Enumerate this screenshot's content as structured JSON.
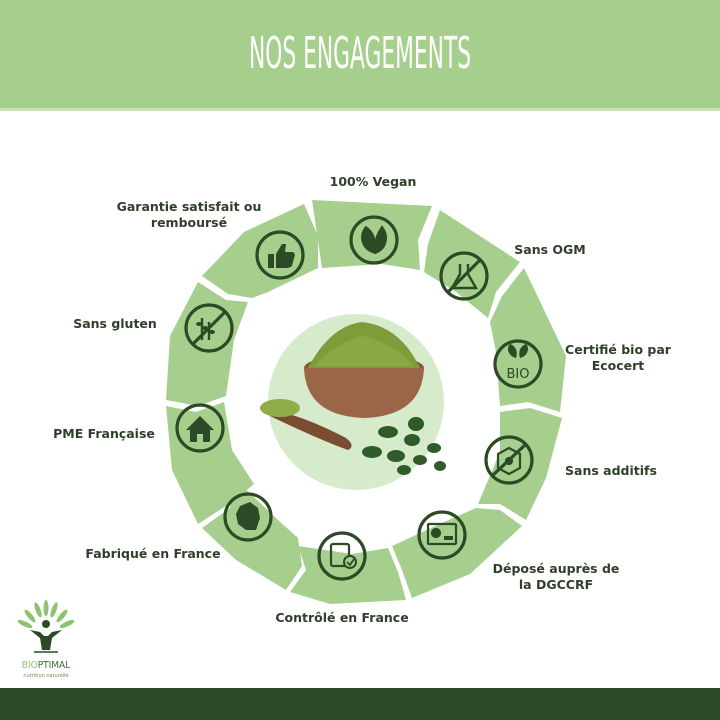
{
  "header": {
    "title": "NOS ENGAGEMENTS"
  },
  "colors": {
    "header_bg": "#a6cf8d",
    "segment": "#a6cf8d",
    "icon": "#2b4a25",
    "center_disc": "#d6ebcb",
    "footer": "#2b4a25",
    "label": "#2f3f2b"
  },
  "engagements": [
    {
      "label": "100% Vegan",
      "icon": "leaf-icon"
    },
    {
      "label": "Sans OGM",
      "icon": "no-flask-icon"
    },
    {
      "label": "Certifié bio par Ecocert",
      "line1": "Certifié bio par",
      "line2": "Ecocert",
      "icon": "bio-leaf-icon"
    },
    {
      "label": "Sans additifs",
      "icon": "no-molecule-icon"
    },
    {
      "label": "Déposé auprès de la DGCCRF",
      "line1": "Déposé auprès de",
      "line2": "la DGCCRF",
      "icon": "certificate-icon"
    },
    {
      "label": "Contrôlé en France",
      "icon": "clipboard-check-icon"
    },
    {
      "label": "Fabriqué en France",
      "icon": "france-map-icon"
    },
    {
      "label": "PME Française",
      "icon": "house-icon"
    },
    {
      "label": "Sans gluten",
      "icon": "no-wheat-icon"
    },
    {
      "label": "Garantie satisfait ou remboursé",
      "line1": "Garantie satisfait ou",
      "line2": "remboursé",
      "icon": "thumbs-up-icon"
    }
  ],
  "center": {
    "image": "moringa-powder-bowl-with-spoon-and-leaves"
  },
  "logo": {
    "brand": "BIOPTIMAL",
    "brand_part1": "BIO",
    "brand_part2": "PTIMAL",
    "tagline": "nutrition naturelle"
  }
}
